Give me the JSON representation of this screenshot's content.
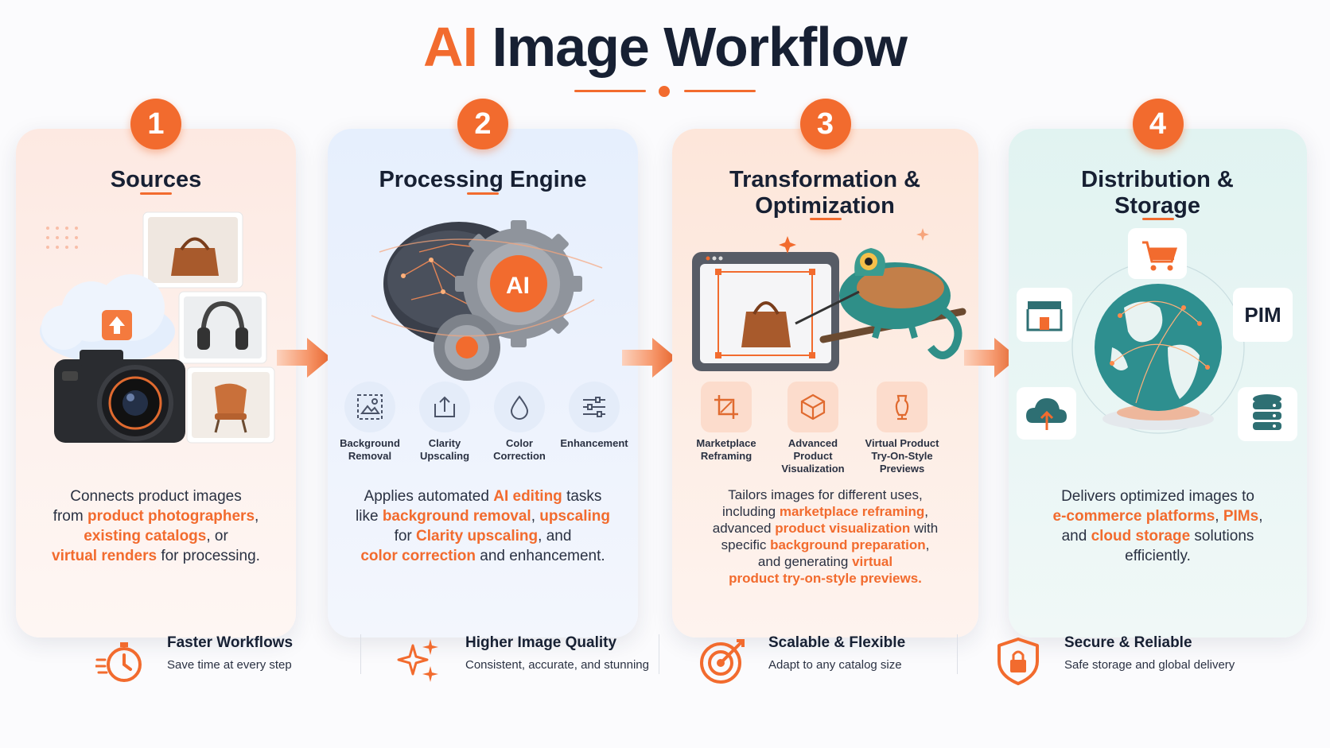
{
  "title": {
    "accent": "AI",
    "rest": " Image Workflow"
  },
  "colors": {
    "accent": "#f26b2e",
    "dark": "#172033"
  },
  "steps": [
    {
      "number": "1",
      "title": "Sources",
      "desc": [
        {
          "t": "Connects product images",
          "hl": false
        },
        {
          "t": "from ",
          "hl": false,
          "br": true
        },
        {
          "t": "product photographers",
          "hl": true
        },
        {
          "t": ",",
          "hl": false
        },
        {
          "t": "existing catalogs",
          "hl": true,
          "br": true
        },
        {
          "t": ", or",
          "hl": false
        },
        {
          "t": "virtual renders",
          "hl": true,
          "br": true
        },
        {
          "t": " for processing.",
          "hl": false
        }
      ]
    },
    {
      "number": "2",
      "title": "Processing Engine",
      "ai_badge": "AI",
      "tools": [
        "Background Removal",
        "Clarity Upscaling",
        "Color Correction",
        "Enhancement"
      ],
      "desc": [
        {
          "t": "Applies automated ",
          "hl": false
        },
        {
          "t": "AI editing",
          "hl": true
        },
        {
          "t": " tasks",
          "hl": false
        },
        {
          "t": "like ",
          "hl": false,
          "br": true
        },
        {
          "t": "background removal",
          "hl": true
        },
        {
          "t": ", ",
          "hl": false
        },
        {
          "t": "upscaling",
          "hl": true
        },
        {
          "t": "for ",
          "hl": false,
          "br": true
        },
        {
          "t": "Clarity upscaling",
          "hl": true
        },
        {
          "t": ", and",
          "hl": false
        },
        {
          "t": "color correction",
          "hl": true,
          "br": true
        },
        {
          "t": " and enhancement.",
          "hl": false
        }
      ]
    },
    {
      "number": "3",
      "title": "Transformation & Optimization",
      "tools": [
        "Marketplace Reframing",
        "Advanced Product Visualization",
        "Virtual Product Try-On-Style Previews"
      ],
      "desc": [
        {
          "t": "Tailors images for different uses,",
          "hl": false
        },
        {
          "t": "including ",
          "hl": false,
          "br": true
        },
        {
          "t": "marketplace reframing",
          "hl": true
        },
        {
          "t": ",",
          "hl": false
        },
        {
          "t": "advanced ",
          "hl": false,
          "br": true
        },
        {
          "t": "product visualization",
          "hl": true
        },
        {
          "t": " with",
          "hl": false
        },
        {
          "t": "specific ",
          "hl": false,
          "br": true
        },
        {
          "t": "background preparation",
          "hl": true
        },
        {
          "t": ",",
          "hl": false
        },
        {
          "t": "and generating ",
          "hl": false,
          "br": true
        },
        {
          "t": "virtual",
          "hl": true
        },
        {
          "t": "product try-on-style previews.",
          "hl": true,
          "br": true
        }
      ]
    },
    {
      "number": "4",
      "title": "Distribution & Storage",
      "pim_label": "PIM",
      "desc": [
        {
          "t": "Delivers optimized images to",
          "hl": false
        },
        {
          "t": "e-commerce platforms",
          "hl": true,
          "br": true
        },
        {
          "t": ", ",
          "hl": false
        },
        {
          "t": "PIMs",
          "hl": true
        },
        {
          "t": ",",
          "hl": false
        },
        {
          "t": "and ",
          "hl": false,
          "br": true
        },
        {
          "t": "cloud storage",
          "hl": true
        },
        {
          "t": " solutions",
          "hl": false
        },
        {
          "t": "efficiently.",
          "hl": false,
          "br": true
        }
      ]
    }
  ],
  "benefits": [
    {
      "title": "Faster Workflows",
      "sub": "Save time at every step",
      "icon": "stopwatch-icon"
    },
    {
      "title": "Higher Image Quality",
      "sub": "Consistent, accurate, and stunning",
      "icon": "sparkle-icon"
    },
    {
      "title": "Scalable & Flexible",
      "sub": "Adapt to any catalog size",
      "icon": "target-icon"
    },
    {
      "title": "Secure & Reliable",
      "sub": "Safe storage and global delivery",
      "icon": "shield-lock-icon"
    }
  ]
}
